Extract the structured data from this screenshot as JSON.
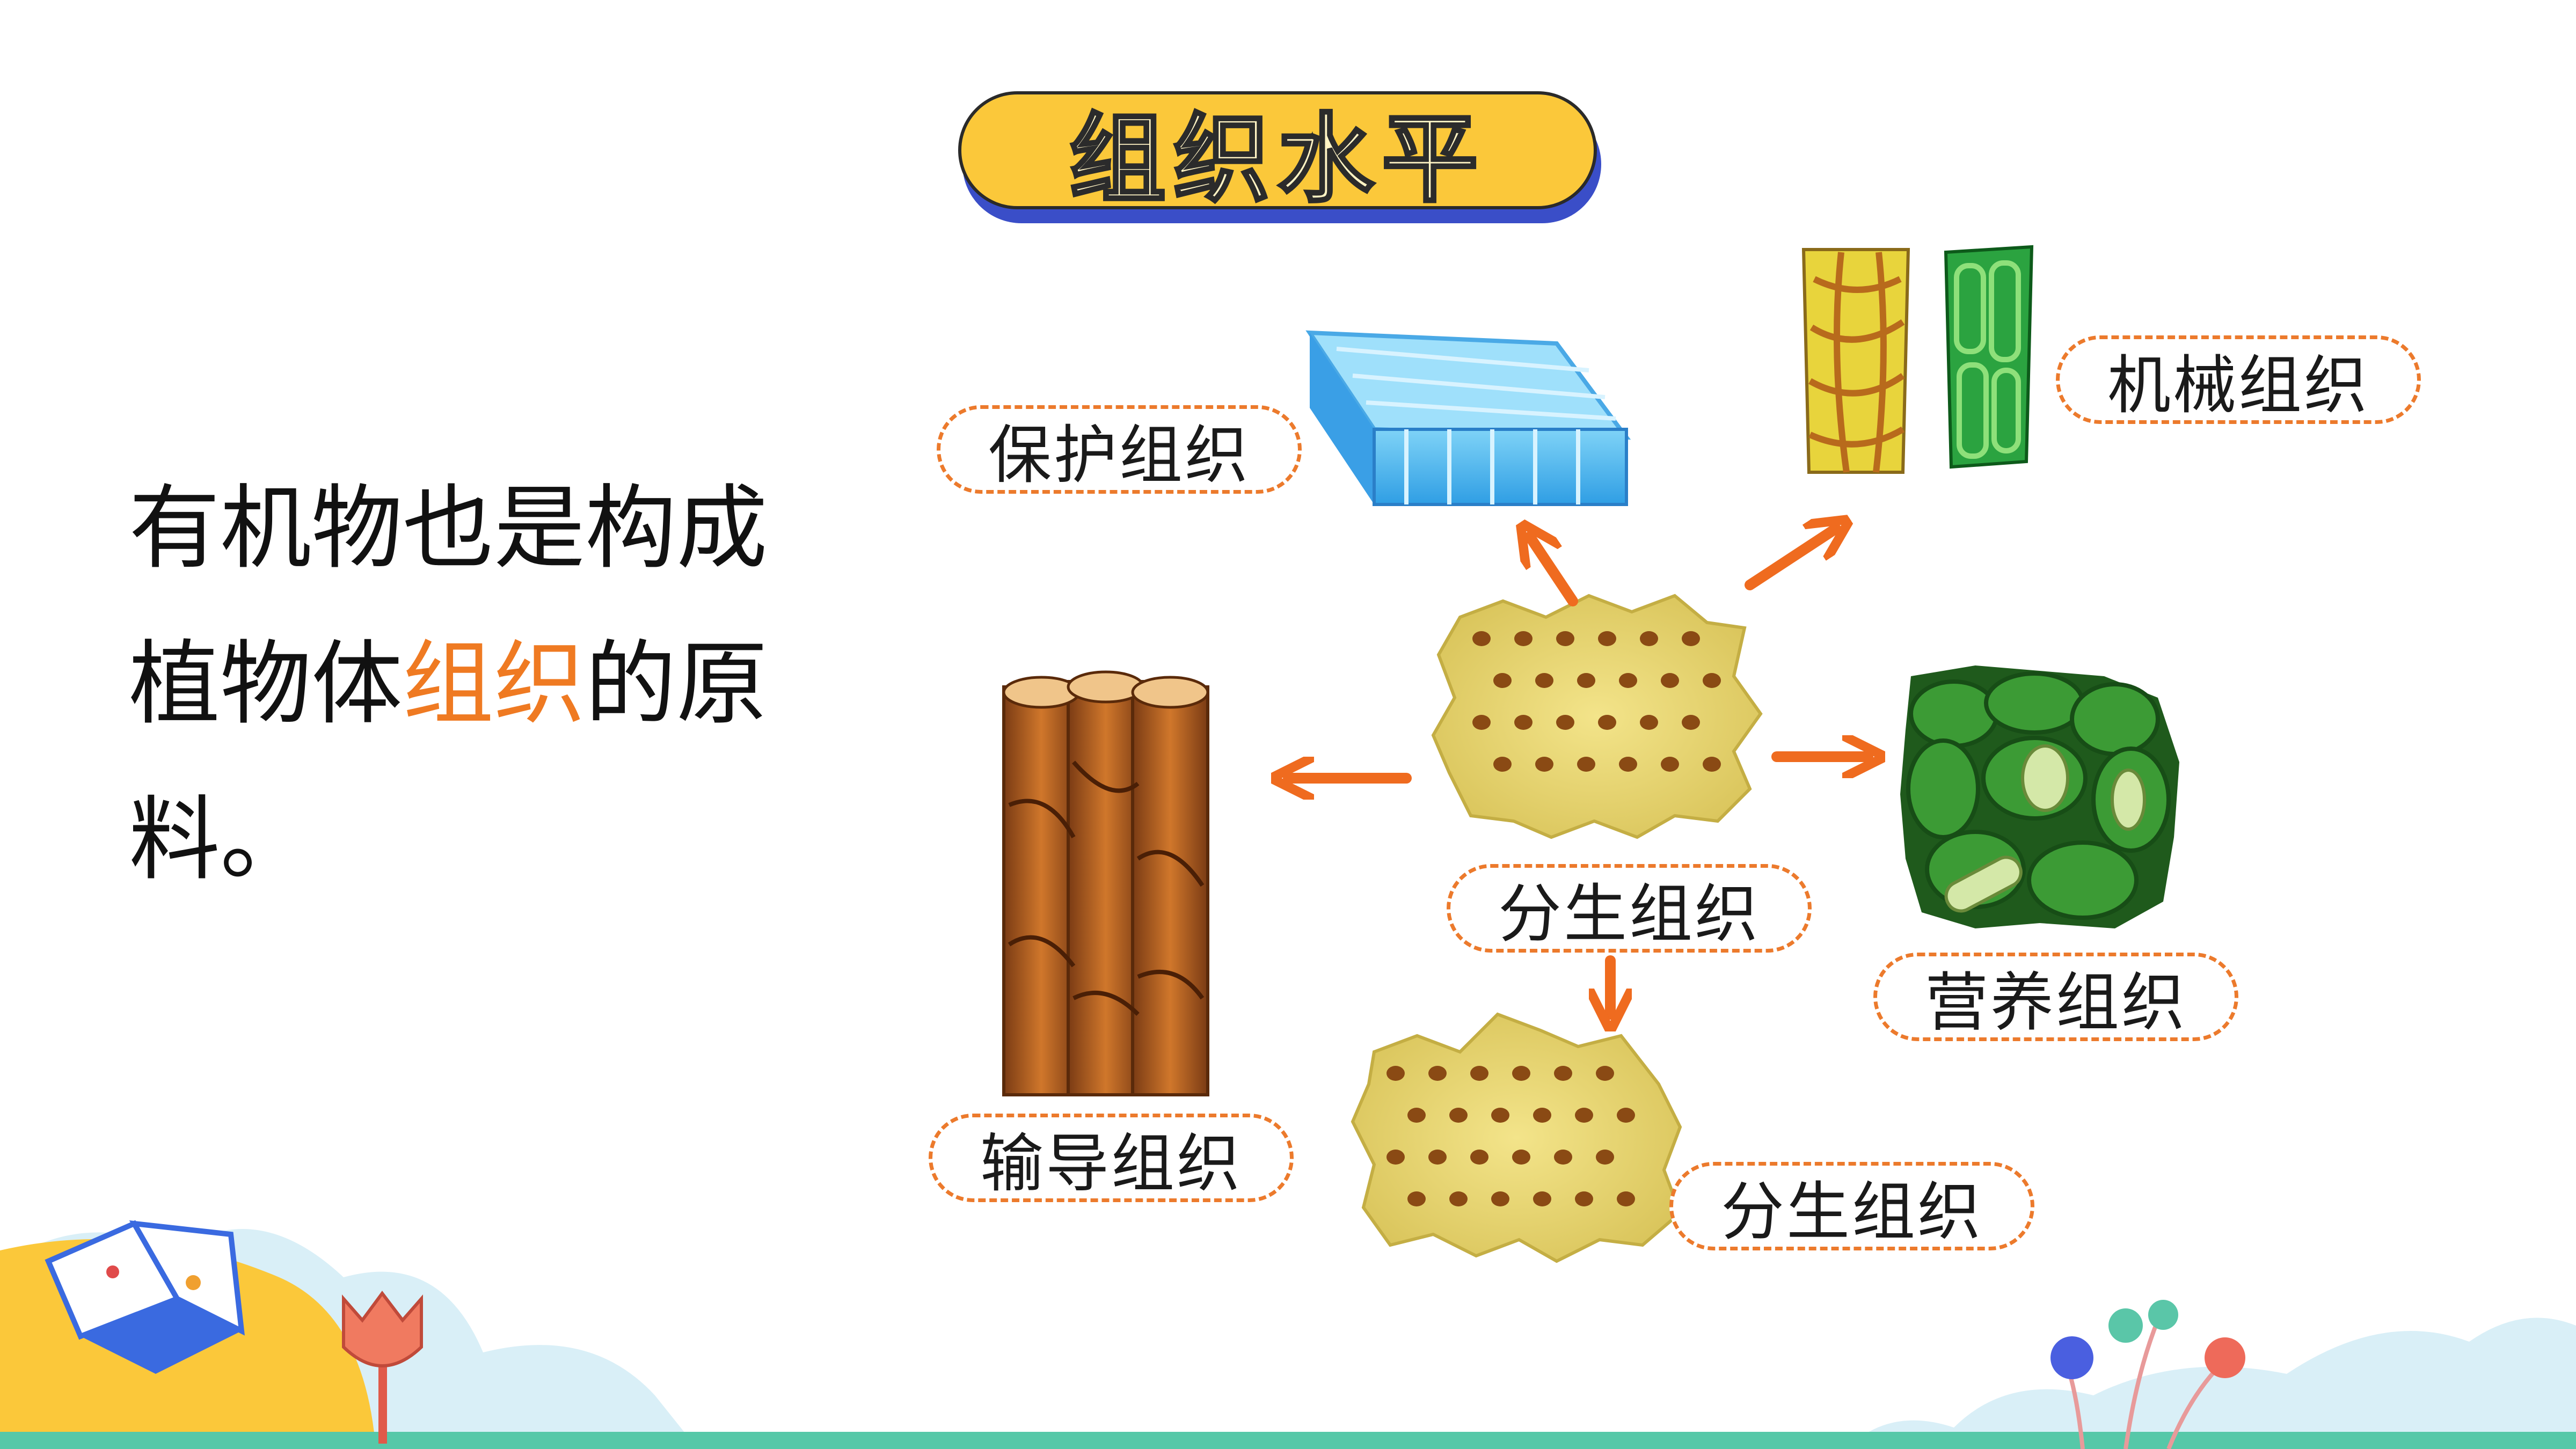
{
  "title": "组织水平",
  "intro": {
    "line1": "有机物也是构成",
    "line2_before": "植物体",
    "line2_highlight": "组织",
    "line2_after": "的原",
    "line3": "料。"
  },
  "labels": {
    "protective": "保护组织",
    "mechanical": "机械组织",
    "meristem_center": "分生组织",
    "nutritive": "营养组织",
    "conductive": "输导组织",
    "meristem_bottom": "分生组织"
  },
  "colors": {
    "title_fill": "#fbc83a",
    "title_shadow": "#3a4ec8",
    "highlight": "#ef7a22",
    "arrow": "#ef6b1f",
    "dashed_border": "#ec7a2c"
  },
  "icons": [
    "open-book-icon",
    "tulip-icon",
    "berry-branch-icon"
  ]
}
